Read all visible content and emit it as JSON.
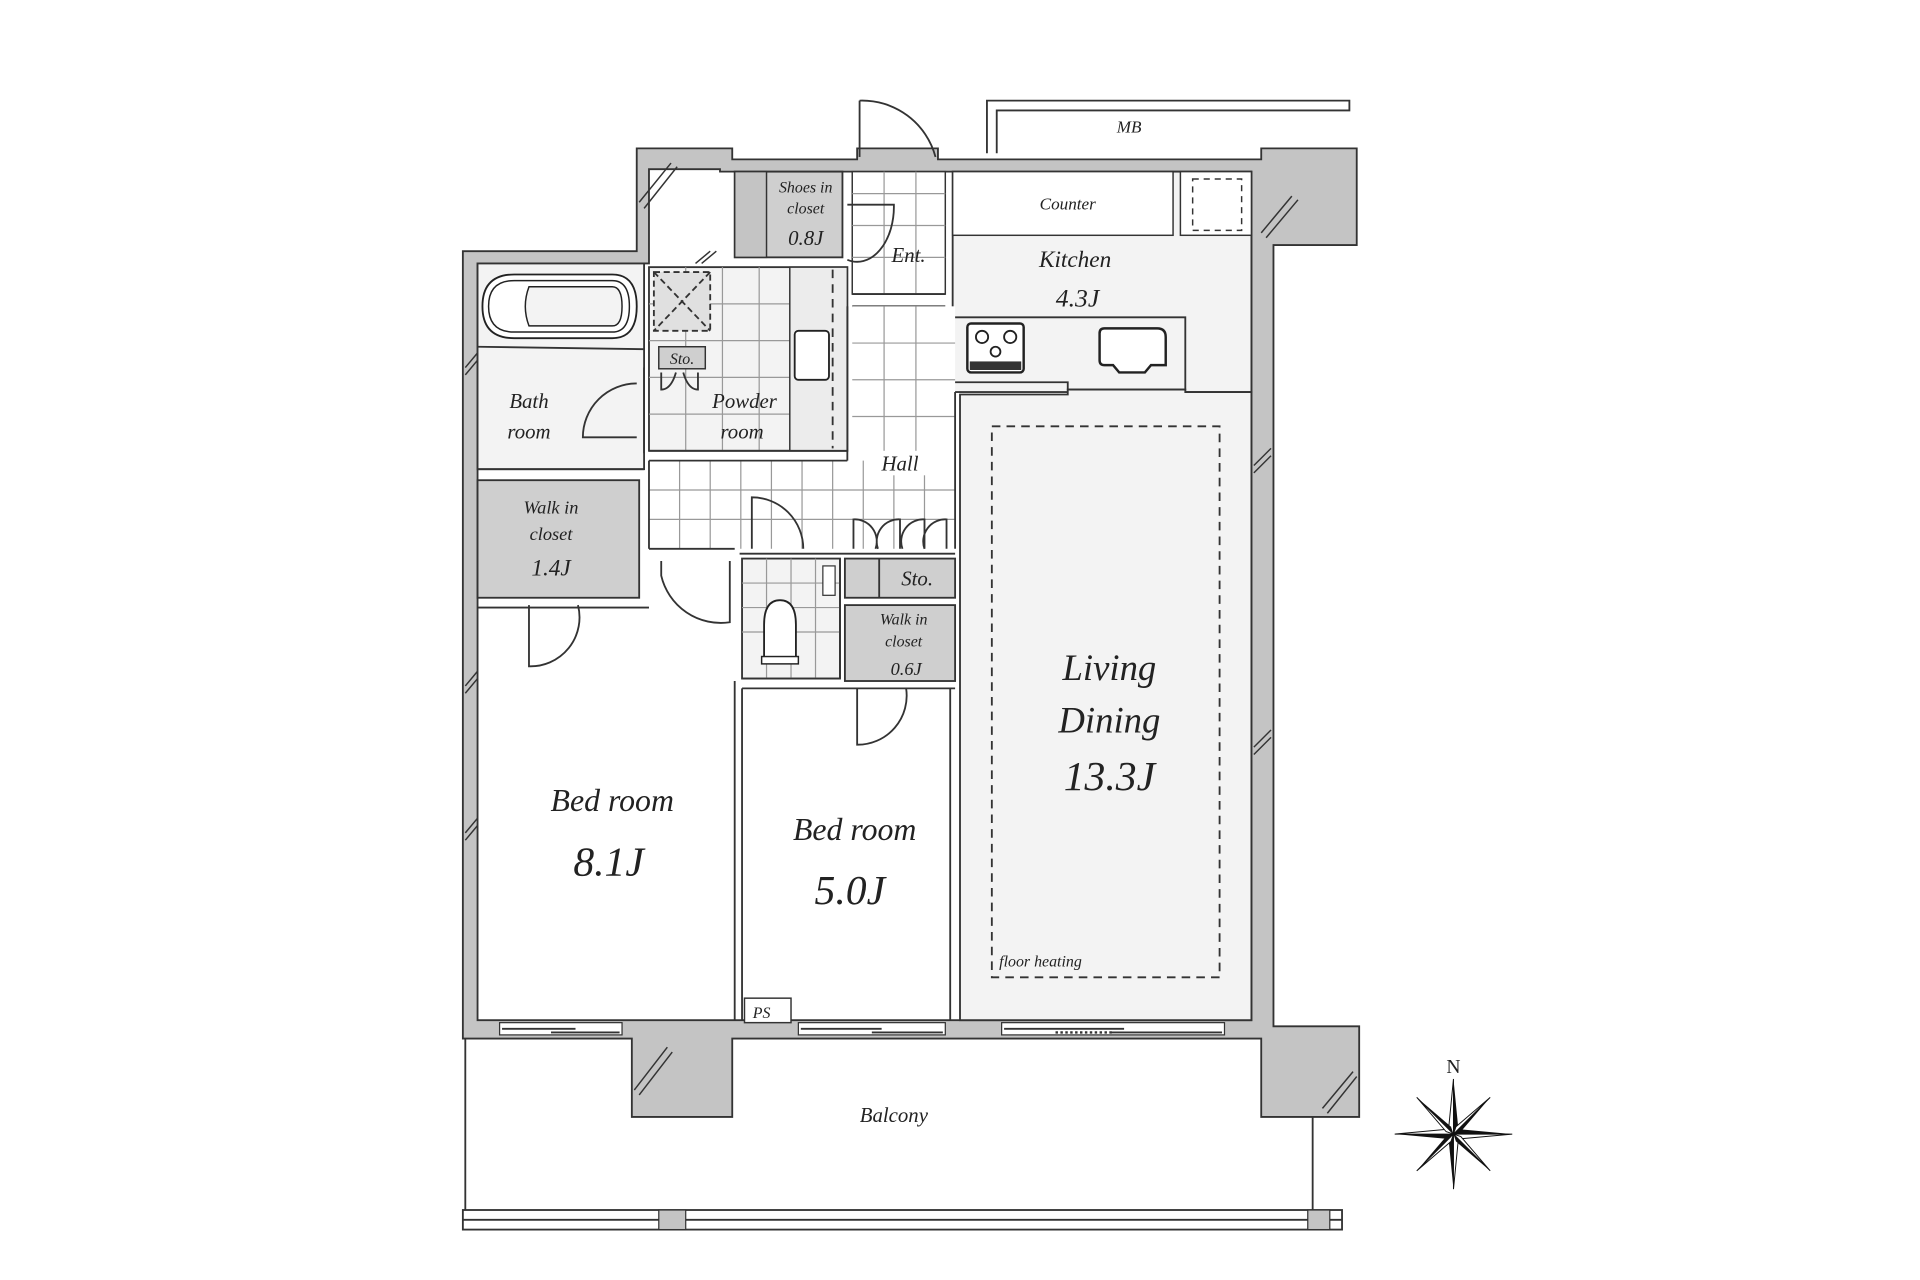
{
  "plan": {
    "title": "Apartment floor plan (2LDK)",
    "unit_suffix": "J",
    "colors": {
      "wall": "#c4c4c4",
      "room": "#f3f3f3",
      "closet": "#cfcfcf",
      "line": "#333333"
    }
  },
  "rooms": {
    "mb": {
      "label": "MB"
    },
    "shoes_closet": {
      "line1": "Shoes in",
      "line2": "closet",
      "area": "0.8J"
    },
    "entrance": {
      "label": "Ent."
    },
    "counter": {
      "label": "Counter"
    },
    "kitchen": {
      "label": "Kitchen",
      "area": "4.3J"
    },
    "storage_powder": {
      "label": "Sto."
    },
    "bathroom": {
      "line1": "Bath",
      "line2": "room"
    },
    "powder_room": {
      "line1": "Powder",
      "line2": "room"
    },
    "hall": {
      "label": "Hall"
    },
    "walk_in_closet_1": {
      "line1": "Walk in",
      "line2": "closet",
      "area": "1.4J"
    },
    "storage_hall": {
      "label": "Sto."
    },
    "walk_in_closet_2": {
      "line1": "Walk in",
      "line2": "closet",
      "area": "0.6J"
    },
    "living_dining": {
      "line1": "Living",
      "line2": "Dining",
      "area": "13.3J",
      "note": "floor heating"
    },
    "bedroom_1": {
      "label": "Bed room",
      "area": "8.1J"
    },
    "bedroom_2": {
      "label": "Bed room",
      "area": "5.0J"
    },
    "pipe_space": {
      "label": "PS"
    },
    "balcony": {
      "label": "Balcony"
    }
  },
  "compass": {
    "north_label": "N"
  }
}
